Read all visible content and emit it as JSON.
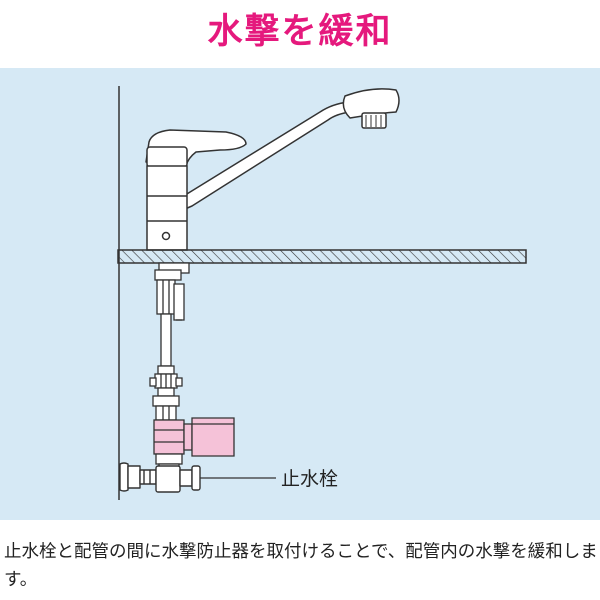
{
  "header": {
    "title": "水撃を緩和"
  },
  "diagram": {
    "callout_label": "止水栓",
    "colors": {
      "background": "#d6e9f5",
      "accent_pink": "#f5c2d8",
      "outline": "#333333",
      "fixture_fill": "#ffffff"
    }
  },
  "footer": {
    "caption": "止水栓と配管の間に水撃防止器を取付けることで、配管内の水撃を緩和します。"
  }
}
